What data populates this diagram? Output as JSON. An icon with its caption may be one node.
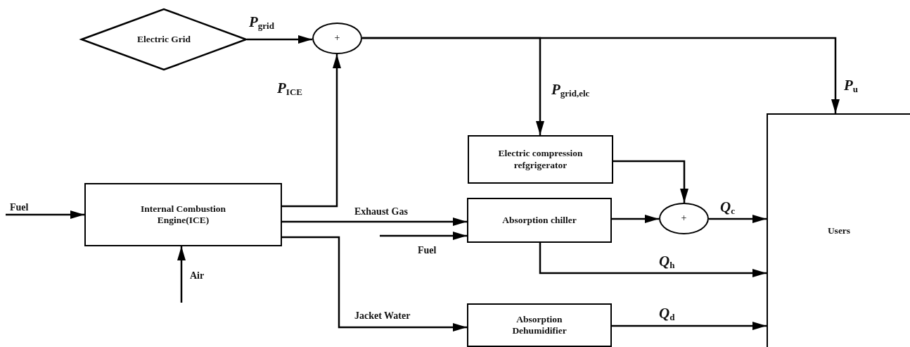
{
  "diagram": {
    "nodes": [
      {
        "text": [
          "Electric Grid"
        ]
      },
      {
        "text": [
          "+"
        ]
      },
      {
        "text": [
          "Internal Combustion Engine(ICE)"
        ]
      },
      {
        "text": [
          "Electric compression refgrigerator"
        ]
      },
      {
        "text": [
          "Absorption chiller"
        ]
      },
      {
        "text": [
          "+"
        ]
      },
      {
        "text": [
          "Absorption Dehumidifier"
        ]
      },
      {
        "text": [
          "Users"
        ]
      }
    ],
    "edges": [
      {
        "from": 0,
        "to": 1,
        "arrow": "to",
        "label": "*P*$_{grid}$"
      },
      {
        "from": 2,
        "to": 1,
        "arrow": "to",
        "label": "*P*$_{ICE}$"
      },
      {
        "from": 1,
        "to": 3,
        "arrow": "to",
        "label": "*P*$_{grid,elc}$"
      },
      {
        "from": 1,
        "to": 7,
        "arrow": "to",
        "label": "*P*$_{u}$"
      },
      {
        "from": null,
        "to": 2,
        "arrow": "to",
        "label": "Fuel"
      },
      {
        "from": null,
        "to": 2,
        "arrow": "to",
        "label": "Air"
      },
      {
        "from": 2,
        "to": 4,
        "arrow": "to",
        "label": "Exhaust Gas"
      },
      {
        "from": null,
        "to": 4,
        "arrow": "to",
        "label": "Fuel"
      },
      {
        "from": 4,
        "to": 5,
        "arrow": "to"
      },
      {
        "from": 3,
        "to": 5,
        "arrow": "to"
      },
      {
        "from": 5,
        "to": 7,
        "arrow": "to",
        "label": "*Q*$_{c}$"
      },
      {
        "from": 4,
        "to": 7,
        "arrow": "to",
        "label": "*Q*$_{h}$"
      },
      {
        "from": 2,
        "to": 6,
        "arrow": "to",
        "label": "Jacket Water"
      },
      {
        "from": 6,
        "to": 7,
        "arrow": "to",
        "label": "*Q*$_{d}$"
      }
    ]
  }
}
